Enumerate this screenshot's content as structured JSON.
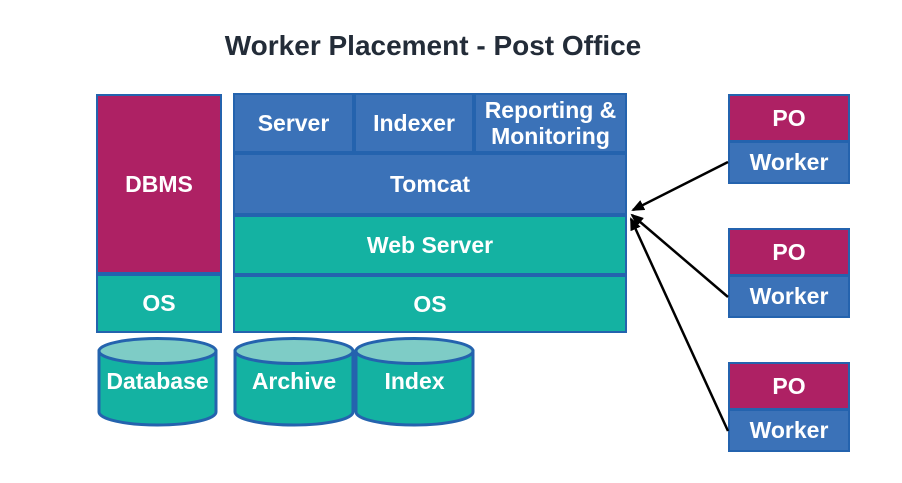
{
  "title": "Worker Placement - Post Office",
  "colors": {
    "magenta": "#AE2164",
    "blue": "#3B72B8",
    "teal": "#14B2A2",
    "border_blue": "#2463AE",
    "cylinder_top_teal": "#7ECCC6",
    "arrow_black": "#000000",
    "title_dark": "#232C38",
    "background": "#FFFFFF"
  },
  "database_stack": {
    "dbms": "DBMS",
    "os": "OS"
  },
  "app_server_stack": {
    "server": "Server",
    "indexer": "Indexer",
    "reporting_monitoring": "Reporting & Monitoring",
    "tomcat": "Tomcat",
    "web_server": "Web Server",
    "os": "OS"
  },
  "storage": {
    "database": "Database",
    "archive": "Archive",
    "index": "Index"
  },
  "po_workers": [
    {
      "role": "PO",
      "label": "Worker"
    },
    {
      "role": "PO",
      "label": "Worker"
    },
    {
      "role": "PO",
      "label": "Worker"
    }
  ]
}
